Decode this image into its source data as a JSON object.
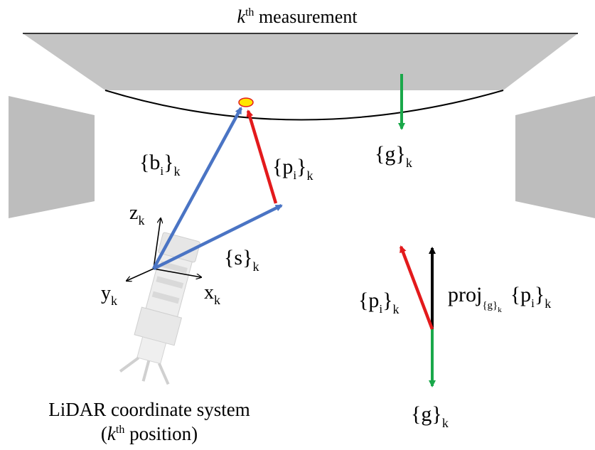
{
  "title": {
    "k": "k",
    "sup": "th",
    "rest": " measurement"
  },
  "labels": {
    "b_main": "b",
    "b_sub": "i",
    "p_main": "p",
    "p_sub": "i",
    "s_main": "s",
    "g_main": "g",
    "k_sub": "k",
    "z_axis": "z",
    "y_axis": "y",
    "x_axis": "x",
    "proj_main": "proj",
    "proj_sub_g": "{g}",
    "brace_open": "{",
    "brace_close": "}"
  },
  "caption": {
    "line1": "LiDAR coordinate system",
    "line2_open": "(",
    "line2_k": "k",
    "line2_sup": "th",
    "line2_rest": " position)"
  },
  "colors": {
    "ceiling": "#c4c4c4",
    "walls": "#bdbdbd",
    "blue_vector": "#4a74c4",
    "red_vector": "#e31a1c",
    "green_vector": "#1aa84a",
    "black_vector": "#000000",
    "point_fill": "#ffe600",
    "point_stroke": "#e31a1c"
  },
  "icons": {
    "scanner": "lidar-scanner-icon"
  }
}
